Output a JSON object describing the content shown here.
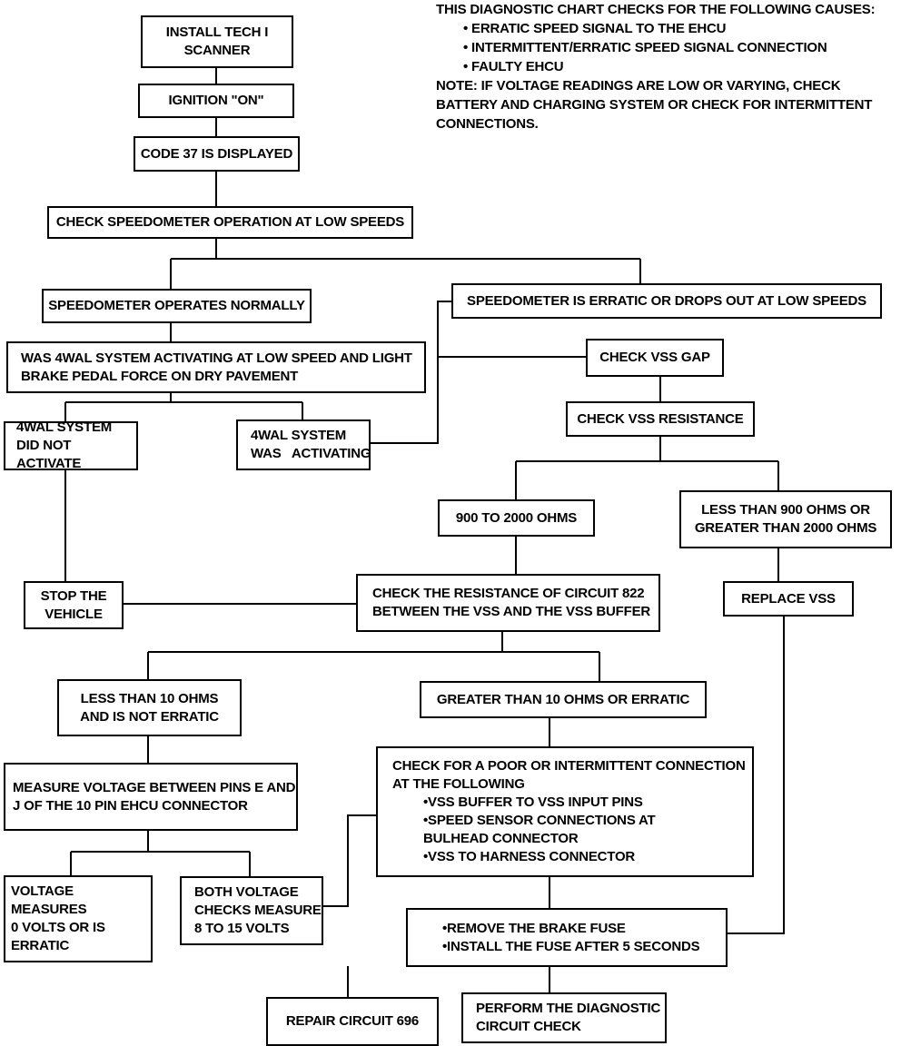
{
  "intro": {
    "header": "THIS DIAGNOSTIC CHART CHECKS FOR THE FOLLOWING CAUSES:",
    "causes": [
      "• ERRATIC SPEED SIGNAL TO THE EHCU",
      "• INTERMITTENT/ERRATIC SPEED SIGNAL CONNECTION",
      "• FAULTY EHCU"
    ],
    "note": "NOTE: IF VOLTAGE READINGS ARE LOW OR VARYING, CHECK BATTERY AND CHARGING SYSTEM OR CHECK FOR INTERMITTENT CONNECTIONS."
  },
  "boxes": {
    "install_tech": [
      "INSTALL TECH I",
      "SCANNER"
    ],
    "ignition_on": [
      "IGNITION \"ON\""
    ],
    "code_37": [
      "CODE 37 IS DISPLAYED"
    ],
    "check_speedometer": [
      "CHECK SPEEDOMETER OPERATION AT LOW SPEEDS"
    ],
    "speedo_normal": [
      "SPEEDOMETER OPERATES NORMALLY"
    ],
    "speedo_erratic": [
      "SPEEDOMETER IS ERRATIC OR DROPS OUT AT LOW SPEEDS"
    ],
    "was_4wal": [
      "WAS 4WAL SYSTEM ACTIVATING AT LOW SPEED AND LIGHT",
      "BRAKE PEDAL FORCE ON DRY PAVEMENT"
    ],
    "check_vss_gap": [
      "CHECK VSS GAP"
    ],
    "check_vss_resistance": [
      "CHECK VSS RESISTANCE"
    ],
    "did_not_activate": [
      "4WAL SYSTEM",
      "DID NOT ACTIVATE"
    ],
    "was_activating": [
      "4WAL SYSTEM",
      "WAS   ACTIVATING"
    ],
    "ohms_900_2000": [
      "900 TO 2000 OHMS"
    ],
    "ohms_out_of_range": [
      "LESS THAN 900 OHMS OR",
      "GREATER THAN 2000 OHMS"
    ],
    "stop_vehicle": [
      "STOP THE",
      "VEHICLE"
    ],
    "check_circuit_822": [
      "CHECK THE RESISTANCE OF CIRCUIT 822",
      "BETWEEN THE VSS AND THE VSS BUFFER"
    ],
    "replace_vss": [
      "REPLACE VSS"
    ],
    "less_10_ohms": [
      "LESS THAN 10 OHMS",
      "AND IS NOT ERRATIC"
    ],
    "greater_10_ohms": [
      "GREATER THAN 10 OHMS OR ERRATIC"
    ],
    "measure_voltage": [
      "MEASURE VOLTAGE BETWEEN PINS E AND",
      "J OF THE 10 PIN EHCU CONNECTOR"
    ],
    "check_poor_connection": {
      "lead": [
        "CHECK FOR A POOR OR INTERMITTENT CONNECTION",
        "AT THE FOLLOWING"
      ],
      "items": [
        "•VSS BUFFER TO VSS INPUT PINS",
        "•SPEED SENSOR CONNECTIONS AT",
        " BULHEAD CONNECTOR",
        "•VSS TO HARNESS CONNECTOR"
      ]
    },
    "voltage_0": [
      "VOLTAGE MEASURES",
      "0 VOLTS OR IS",
      "ERRATIC"
    ],
    "both_voltage": [
      "BOTH VOLTAGE",
      "CHECKS MEASURE",
      "8 TO 15 VOLTS"
    ],
    "remove_fuse": [
      "•REMOVE THE BRAKE FUSE",
      "•INSTALL THE FUSE AFTER 5 SECONDS"
    ],
    "repair_696": [
      "REPAIR CIRCUIT 696"
    ],
    "perform_diagnostic": [
      "PERFORM THE DIAGNOSTIC",
      "CIRCUIT CHECK"
    ]
  }
}
